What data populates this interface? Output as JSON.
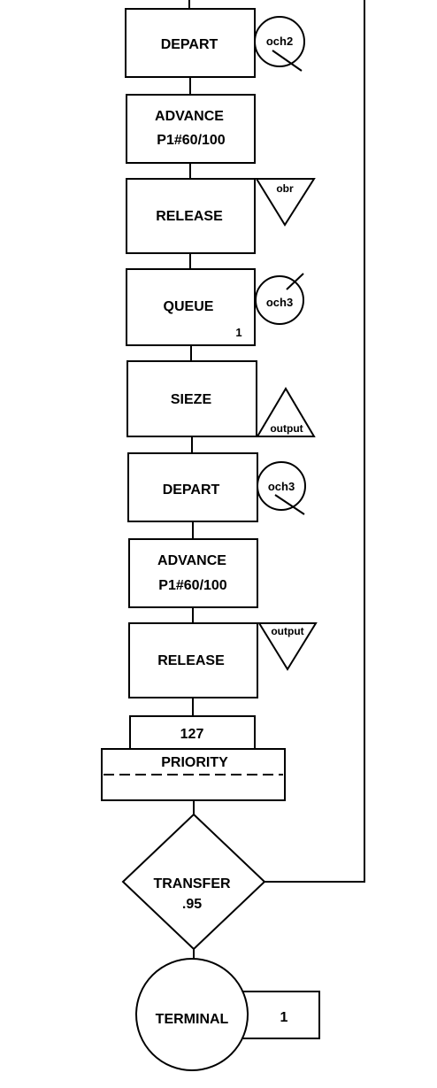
{
  "blocks": {
    "depart1": {
      "label": "DEPART",
      "queue": "och2"
    },
    "advance1": {
      "line1": "ADVANCE",
      "line2": "P1#60/100"
    },
    "release1": {
      "label": "RELEASE",
      "storage": "obr"
    },
    "queue1": {
      "label": "QUEUE",
      "count": "1",
      "queue": "och3"
    },
    "sieze1": {
      "label": "SIEZE",
      "storage": "output"
    },
    "depart2": {
      "label": "DEPART",
      "queue": "och3"
    },
    "advance2": {
      "line1": "ADVANCE",
      "line2": "P1#60/100"
    },
    "release2": {
      "label": "RELEASE",
      "storage": "output"
    },
    "priority": {
      "value": "127",
      "label": "PRIORITY"
    },
    "transfer": {
      "line1": "TRANSFER",
      "line2": ".95"
    },
    "terminal": {
      "label": "TERMINAL",
      "count": "1"
    }
  }
}
